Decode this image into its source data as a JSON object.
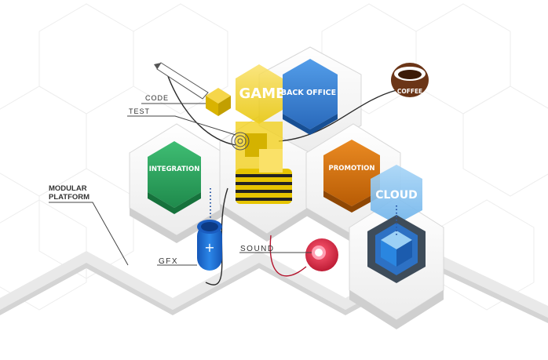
{
  "labels": {
    "code": "CODE",
    "test": "TEST",
    "modular_line1": "MODULAR",
    "modular_line2": "PLATFORM",
    "gfx": "GFX",
    "sound": "SOUND"
  },
  "modules": {
    "game": "GAME",
    "back_office": "BACK OFFICE",
    "coffee": "COFFEE",
    "integration": "INTEGRATION",
    "promotion": "PROMOTION",
    "cloud": "CLOUD"
  },
  "colors": {
    "game": "#f2d11f",
    "back_office": "#2f7fd6",
    "integration": "#2ea661",
    "promotion": "#d9740d",
    "cloud": "#8cc6f2",
    "gfx": "#1e6fd6",
    "sound": "#d0213a",
    "coffee": "#6b3517"
  },
  "icons": {
    "gfx_plus": "+"
  }
}
